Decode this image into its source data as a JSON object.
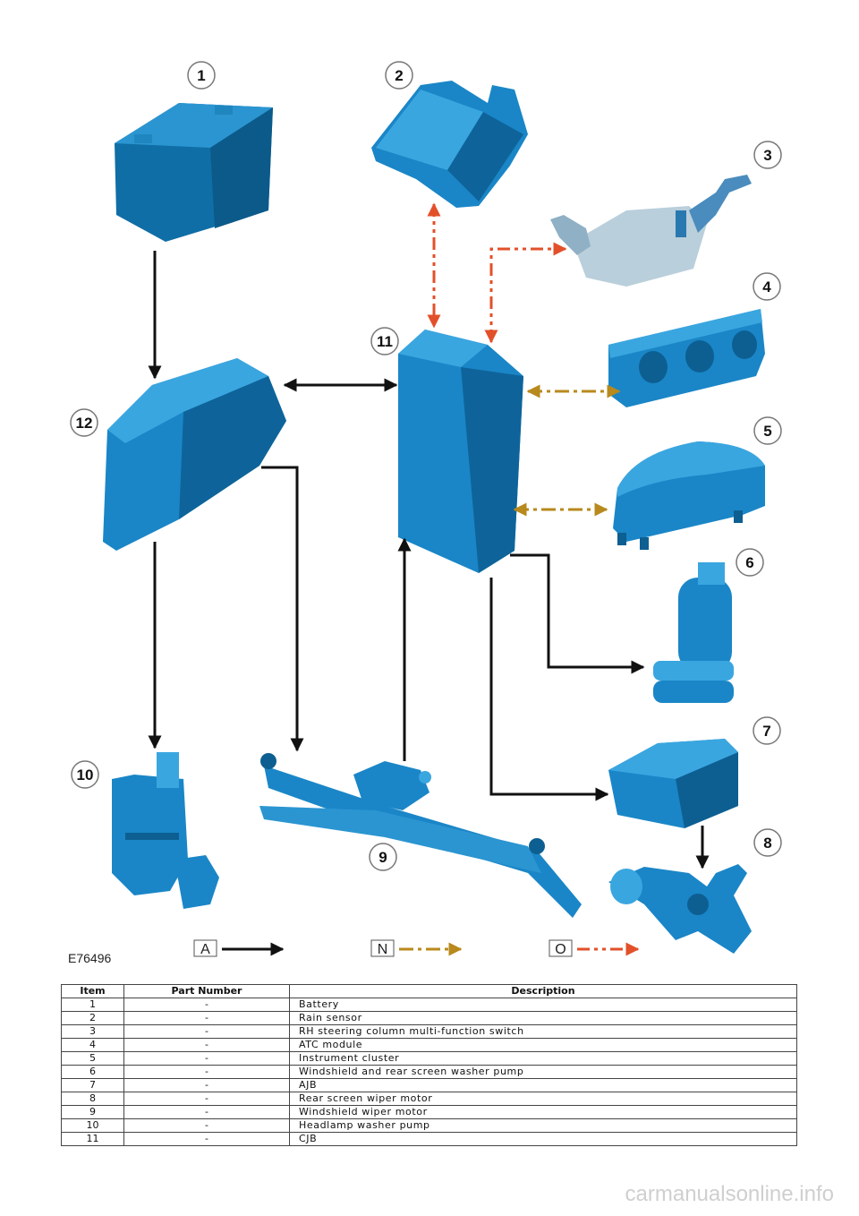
{
  "figure_id": "E76496",
  "colors": {
    "part_fill": "#1a86c7",
    "part_dark": "#0d5f92",
    "arrow_A": "#111111",
    "arrow_N": "#b8891c",
    "arrow_O": "#e2502a"
  },
  "callouts": [
    "1",
    "2",
    "3",
    "4",
    "5",
    "6",
    "7",
    "8",
    "9",
    "10",
    "11",
    "12"
  ],
  "legend": [
    {
      "letter": "A",
      "line": "solid"
    },
    {
      "letter": "N",
      "line": "dash-dot"
    },
    {
      "letter": "O",
      "line": "dash-dot-dot"
    }
  ],
  "table": {
    "headers": {
      "item": "Item",
      "part_number": "Part Number",
      "description": "Description"
    },
    "rows": [
      {
        "item": "1",
        "part_number": "-",
        "description": "Battery"
      },
      {
        "item": "2",
        "part_number": "-",
        "description": "Rain sensor"
      },
      {
        "item": "3",
        "part_number": "-",
        "description": "RH steering column multi-function switch"
      },
      {
        "item": "4",
        "part_number": "-",
        "description": "ATC module"
      },
      {
        "item": "5",
        "part_number": "-",
        "description": "Instrument cluster"
      },
      {
        "item": "6",
        "part_number": "-",
        "description": "Windshield and rear screen washer pump"
      },
      {
        "item": "7",
        "part_number": "-",
        "description": "AJB"
      },
      {
        "item": "8",
        "part_number": "-",
        "description": "Rear screen wiper motor"
      },
      {
        "item": "9",
        "part_number": "-",
        "description": "Windshield wiper motor"
      },
      {
        "item": "10",
        "part_number": "-",
        "description": "Headlamp washer pump"
      },
      {
        "item": "11",
        "part_number": "-",
        "description": "CJB"
      }
    ]
  },
  "watermark": "carmanualsonline.info"
}
